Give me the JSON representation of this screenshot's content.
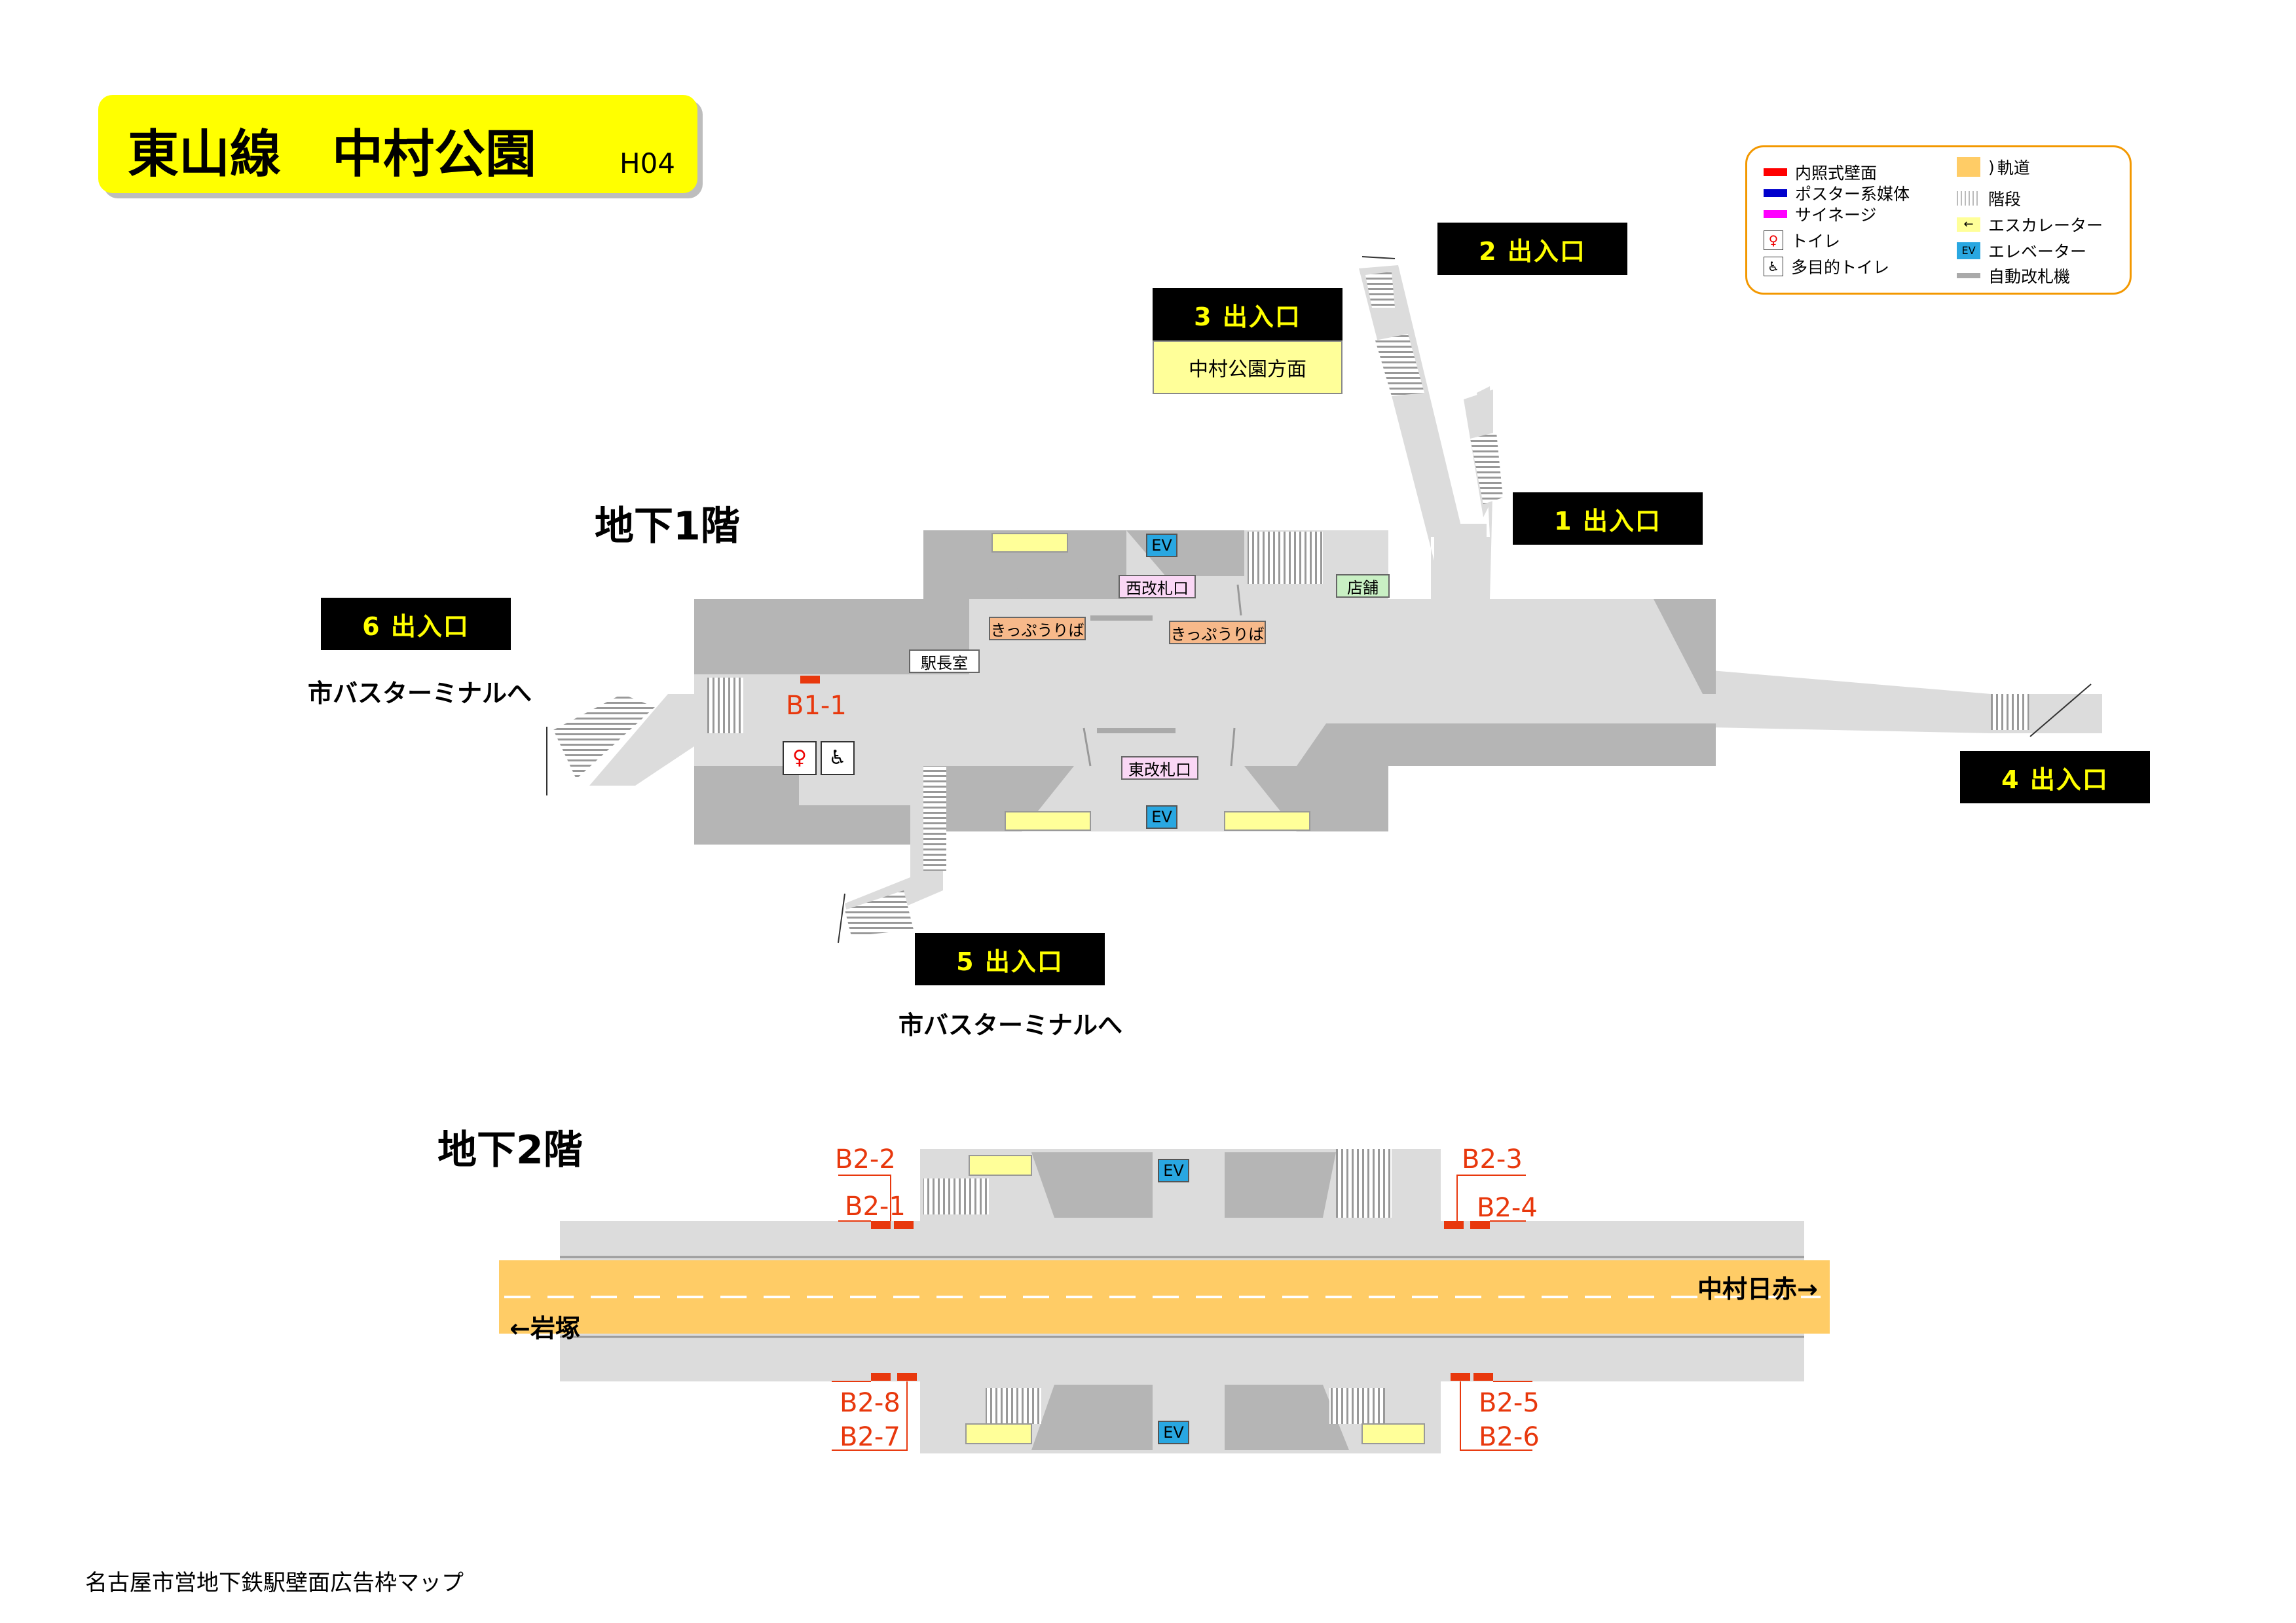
{
  "header": {
    "line_station": "東山線　中村公園",
    "station_code": "H04"
  },
  "legend": {
    "items": [
      {
        "label": "内照式壁面",
        "color": "#ff0000"
      },
      {
        "label": "ポスター系媒体",
        "color": "#0000cc"
      },
      {
        "label": "サイネージ",
        "color": "#ff00ff"
      },
      {
        "label": "トイレ",
        "icon": "toilet-icon"
      },
      {
        "label": "多目的トイレ",
        "icon": "accessible-toilet-icon"
      },
      {
        "label": "軌道",
        "color": "#ffcc66"
      },
      {
        "label": "階段",
        "icon": "stairs-icon"
      },
      {
        "label": "エスカレーター",
        "icon": "escalator-icon"
      },
      {
        "label": "エレベーター",
        "icon": "elevator-icon"
      },
      {
        "label": "自動改札機",
        "icon": "ticket-gate-icon"
      }
    ],
    "ev_badge": "EV",
    "track_glyph": ")"
  },
  "floors": {
    "b1_label": "地下1階",
    "b2_label": "地下2階"
  },
  "exits": {
    "exit1": "1 出入口",
    "exit2": "2 出入口",
    "exit3": "3 出入口",
    "exit3_note": "中村公園方面",
    "exit4": "4 出入口",
    "exit5": "5 出入口",
    "exit6": "6 出入口",
    "bus_terminal": "市バスターミナルへ"
  },
  "b1": {
    "west_gate": "西改札口",
    "east_gate": "東改札口",
    "ticket_machine": "きっぷうりば",
    "station_office": "駅長室",
    "shop": "店舗",
    "ev": "EV",
    "ad_codes": [
      "B1-1"
    ]
  },
  "b2": {
    "ev": "EV",
    "ad_codes_top": [
      "B2-2",
      "B2-1",
      "B2-3",
      "B2-4"
    ],
    "ad_codes_bottom": [
      "B2-8",
      "B2-7",
      "B2-5",
      "B2-6"
    ],
    "dir_east": "中村日赤→",
    "dir_west": "←岩塚"
  },
  "colors": {
    "concourse": "#dcdcdc",
    "structure": "#b5b5b5",
    "track": "#ffcc66",
    "title_bg": "#ffff00",
    "exit_bg": "#000000",
    "exit_text": "#ffff00",
    "ad_panel": "#e8380d",
    "elevator": "#29a7e1",
    "escalator": "#ffff99",
    "gate_label": "#fad7f5",
    "ticket_label": "#f7b98a",
    "shop_label": "#c9f0c4"
  },
  "footer": "名古屋市営地下鉄駅壁面広告枠マップ"
}
